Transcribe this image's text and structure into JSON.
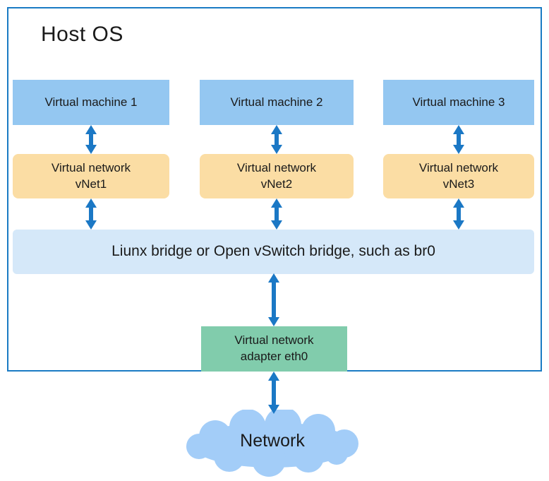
{
  "diagram": {
    "host_title": "Host OS",
    "columns": [
      {
        "vm_label": "Virtual machine 1",
        "vnet_line1": "Virtual network",
        "vnet_line2": "vNet1"
      },
      {
        "vm_label": "Virtual machine 2",
        "vnet_line1": "Virtual network",
        "vnet_line2": "vNet2"
      },
      {
        "vm_label": "Virtual machine 3",
        "vnet_line1": "Virtual network",
        "vnet_line2": "vNet3"
      }
    ],
    "bridge_label": "Liunx bridge or Open vSwitch bridge, such as br0",
    "adapter_line1": "Virtual network",
    "adapter_line2": "adapter eth0",
    "cloud_label": "Network"
  },
  "colors": {
    "vm_box": "#94c7f1",
    "vnet_box": "#fbdda4",
    "bridge_box": "#d5e8f9",
    "adapter_box": "#81ccac",
    "cloud": "#a3cdf8",
    "arrow": "#1b78c5",
    "host_border": "#1a7bc4",
    "text": "#1a1a1a"
  }
}
